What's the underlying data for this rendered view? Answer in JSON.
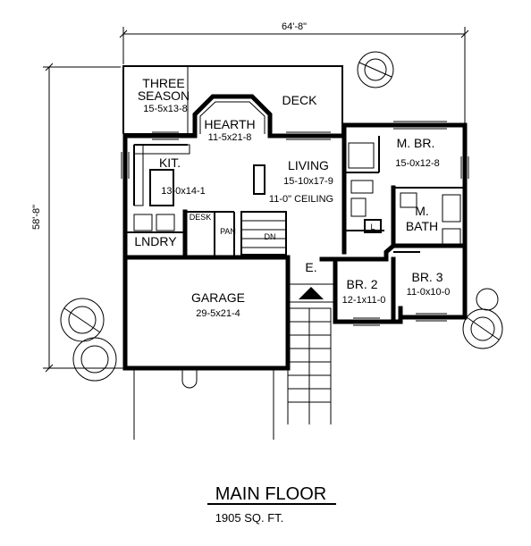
{
  "overall": {
    "width": "64'-8\"",
    "depth": "58'-8\""
  },
  "rooms": {
    "three_season": {
      "name_1": "THREE",
      "name_2": "SEASON",
      "size": "15-5x13-8"
    },
    "deck": {
      "name": "DECK"
    },
    "hearth": {
      "name": "HEARTH",
      "size": "11-5x21-8"
    },
    "kitchen": {
      "name": "KIT.",
      "size": "13-0x14-1"
    },
    "living": {
      "name": "LIVING",
      "size": "15-10x17-9",
      "note": "11-0\" CEILING"
    },
    "master_bedroom": {
      "name": "M. BR.",
      "size": "15-0x12-8"
    },
    "master_bath": {
      "name_1": "M.",
      "name_2": "BATH"
    },
    "desk": {
      "name": "DESK"
    },
    "pantry": {
      "name": "PAN"
    },
    "stairs_down": {
      "name": "DN"
    },
    "laundry": {
      "name": "LNDRY"
    },
    "linen": {
      "name": "L"
    },
    "entry": {
      "name": "E."
    },
    "bedroom_2": {
      "name": "BR. 2",
      "size": "12-1x11-0"
    },
    "bedroom_3": {
      "name": "BR. 3",
      "size": "11-0x10-0"
    },
    "garage": {
      "name": "GARAGE",
      "size": "29-5x21-4"
    }
  },
  "footer": {
    "title": "MAIN FLOOR",
    "area": "1905 SQ. FT."
  }
}
